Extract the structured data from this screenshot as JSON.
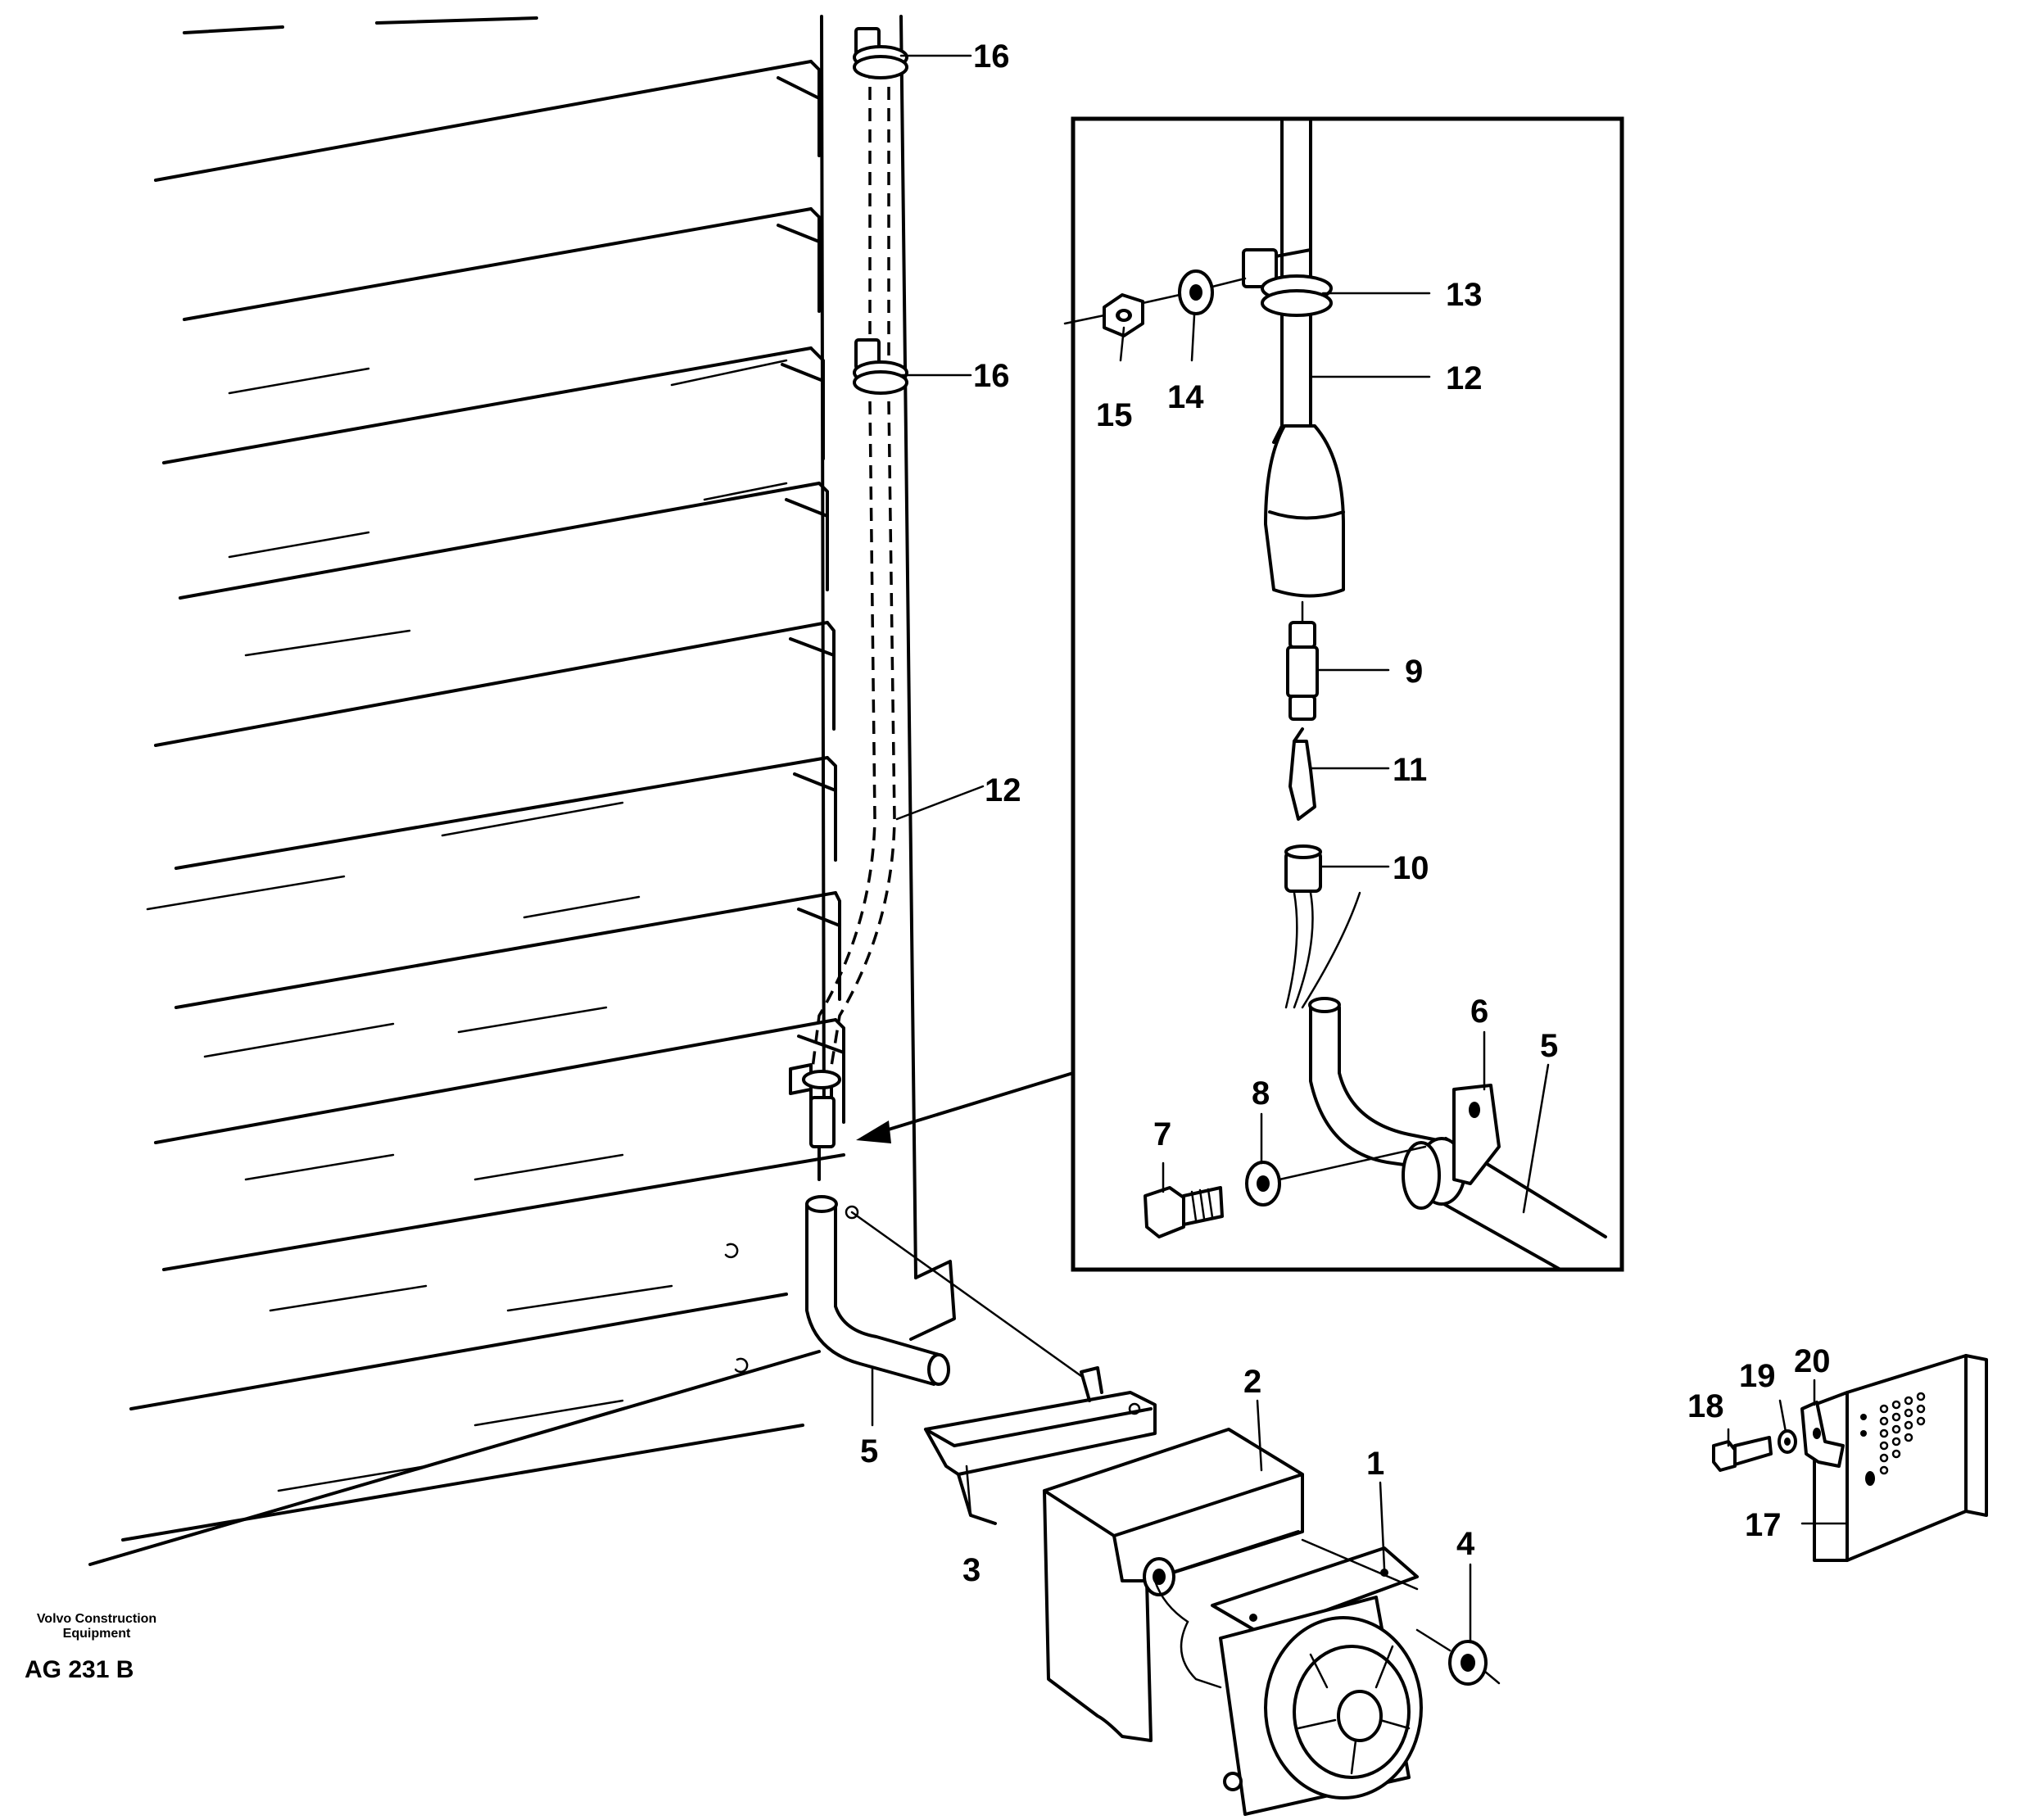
{
  "figure": {
    "credit_line1": "Volvo Construction",
    "credit_line2": "Equipment",
    "code": "AG 231 B"
  },
  "callouts": [
    {
      "id": "c1",
      "label": "1"
    },
    {
      "id": "c2",
      "label": "2"
    },
    {
      "id": "c3",
      "label": "3"
    },
    {
      "id": "c4",
      "label": "4"
    },
    {
      "id": "c5a",
      "label": "5"
    },
    {
      "id": "c5b",
      "label": "5"
    },
    {
      "id": "c6",
      "label": "6"
    },
    {
      "id": "c7",
      "label": "7"
    },
    {
      "id": "c8",
      "label": "8"
    },
    {
      "id": "c9",
      "label": "9"
    },
    {
      "id": "c10",
      "label": "10"
    },
    {
      "id": "c11",
      "label": "11"
    },
    {
      "id": "c12a",
      "label": "12"
    },
    {
      "id": "c12b",
      "label": "12"
    },
    {
      "id": "c13",
      "label": "13"
    },
    {
      "id": "c14",
      "label": "14"
    },
    {
      "id": "c15",
      "label": "15"
    },
    {
      "id": "c16a",
      "label": "16"
    },
    {
      "id": "c16b",
      "label": "16"
    },
    {
      "id": "c17",
      "label": "17"
    },
    {
      "id": "c18",
      "label": "18"
    },
    {
      "id": "c19",
      "label": "19"
    },
    {
      "id": "c20",
      "label": "20"
    }
  ]
}
